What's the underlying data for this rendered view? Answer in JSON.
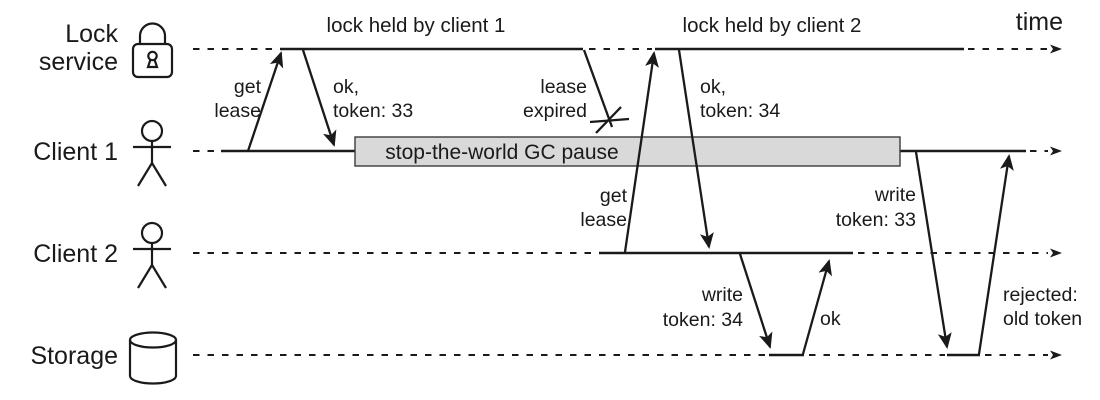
{
  "colors": {
    "ink": "#1a1a1a",
    "gc_box_fill": "#d9d9d9",
    "gc_box_border": "#3a3a3a",
    "background": "#ffffff"
  },
  "lanes": [
    {
      "id": "lock-service",
      "label_lines": [
        "Lock",
        "service"
      ],
      "icon": "padlock-icon"
    },
    {
      "id": "client-1",
      "label_lines": [
        "Client 1"
      ],
      "icon": "person-icon"
    },
    {
      "id": "client-2",
      "label_lines": [
        "Client 2"
      ],
      "icon": "person-icon"
    },
    {
      "id": "storage",
      "label_lines": [
        "Storage"
      ],
      "icon": "database-cylinder-icon"
    }
  ],
  "time_axis_label": "time",
  "annotations": {
    "lock_held_by_client_1": "lock held by client 1",
    "lock_held_by_client_2": "lock held by client 2",
    "gc_pause": "stop-the-world GC pause",
    "get_lease_client1": [
      "get",
      "lease"
    ],
    "ok_token_33": [
      "ok,",
      "token: 33"
    ],
    "lease_expired": [
      "lease",
      "expired"
    ],
    "get_lease_client2": [
      "get",
      "lease"
    ],
    "ok_token_34": [
      "ok,",
      "token: 34"
    ],
    "write_token_34": [
      "write",
      "token: 34"
    ],
    "ok_storage_ack": "ok",
    "write_token_33": [
      "write",
      "token: 33"
    ],
    "rejected_old_token": [
      "rejected:",
      "old token"
    ]
  }
}
